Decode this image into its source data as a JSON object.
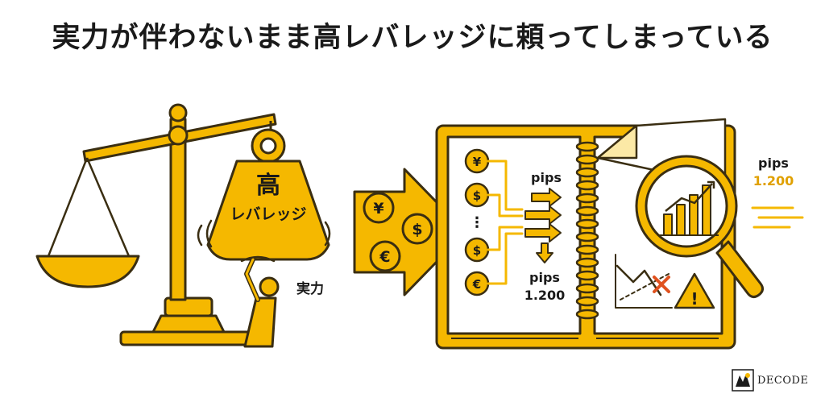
{
  "title": "実力が伴わないまま高レバレッジに頼ってしまっている",
  "scale": {
    "weight_label_top": "高",
    "weight_label_bottom": "レバレッジ",
    "person_label": "実力"
  },
  "currency_symbols": {
    "yen": "¥",
    "dollar": "$",
    "euro": "€",
    "ellipsis": "⋮"
  },
  "notebook": {
    "pips_top": "pips",
    "pips_bottom_label": "pips",
    "pips_bottom_value": "1.200",
    "side_pips_label": "pips",
    "side_pips_value": "1.200",
    "warning_symbol": "!"
  },
  "logo": {
    "text": "DECODE"
  },
  "colors": {
    "accent": "#F5B800",
    "accent_light": "#FCE9A6",
    "outline": "#3A2E12",
    "text": "#1A1A1A"
  }
}
